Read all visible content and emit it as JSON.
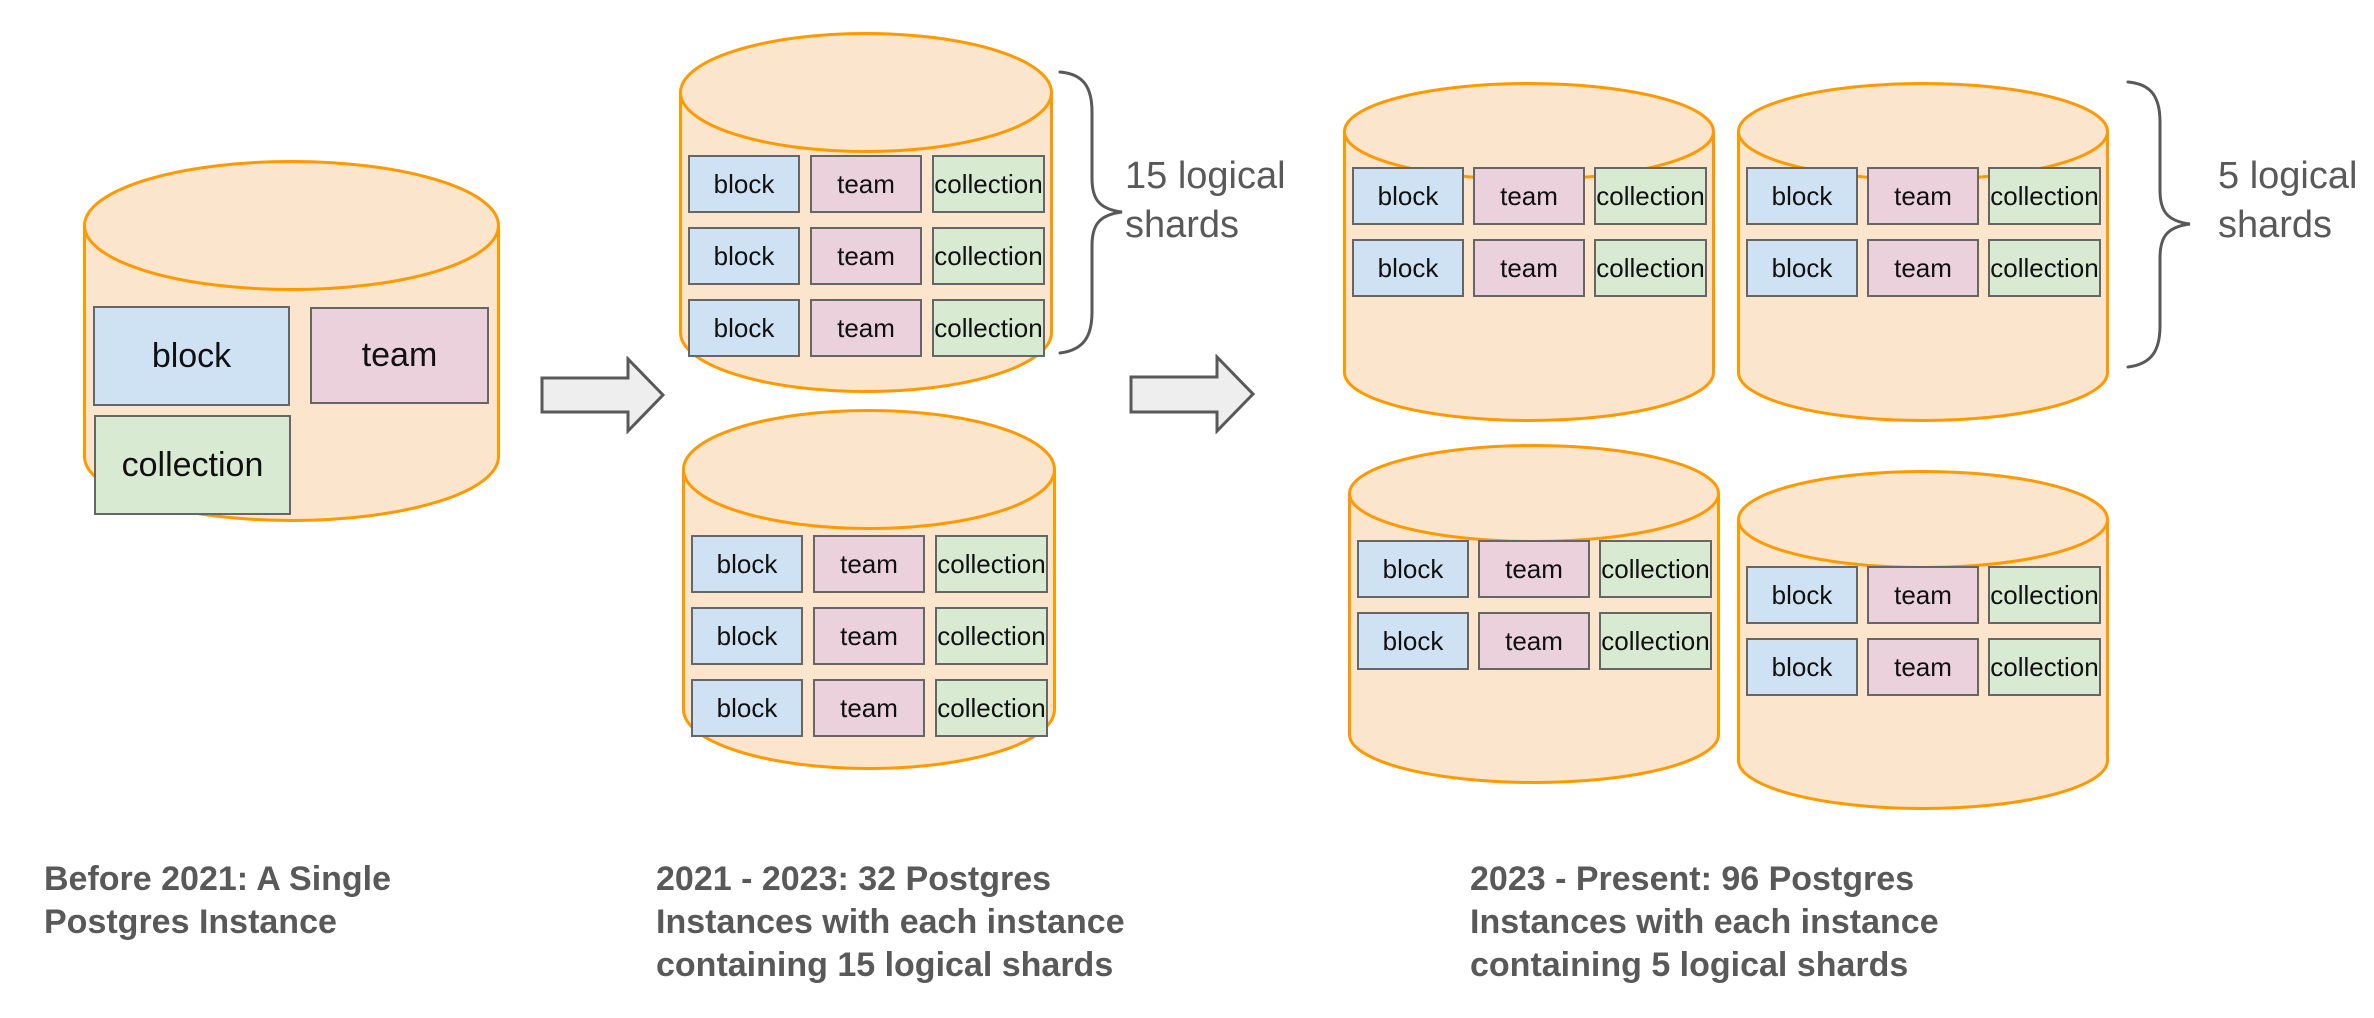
{
  "diagram": {
    "tables": [
      "block",
      "team",
      "collection"
    ],
    "stages": [
      {
        "name": "before-2021",
        "caption_lines": [
          "Before 2021: A Single",
          "Postgres Instance"
        ]
      },
      {
        "name": "2021-2023",
        "caption_lines": [
          "2021 - 2023: 32 Postgres",
          "Instances with each instance",
          "containing 15 logical shards"
        ],
        "shard_label_lines": [
          "15 logical",
          "shards"
        ]
      },
      {
        "name": "2023-present",
        "caption_lines": [
          "2023 - Present: 96 Postgres",
          "Instances with each instance",
          "containing 5 logical shards"
        ],
        "shard_label_lines": [
          "5 logical",
          "shards"
        ]
      }
    ],
    "colors": {
      "cylinder_fill": "#FCE5CD",
      "cylinder_stroke": "#FF9900",
      "block_fill": "#CFE2F3",
      "team_fill": "#EAD1DC",
      "collection_fill": "#D9EAD3",
      "box_stroke": "#666666",
      "arrow_fill": "#EEEEEE",
      "arrow_stroke": "#595959",
      "text_gray": "#595959"
    }
  }
}
